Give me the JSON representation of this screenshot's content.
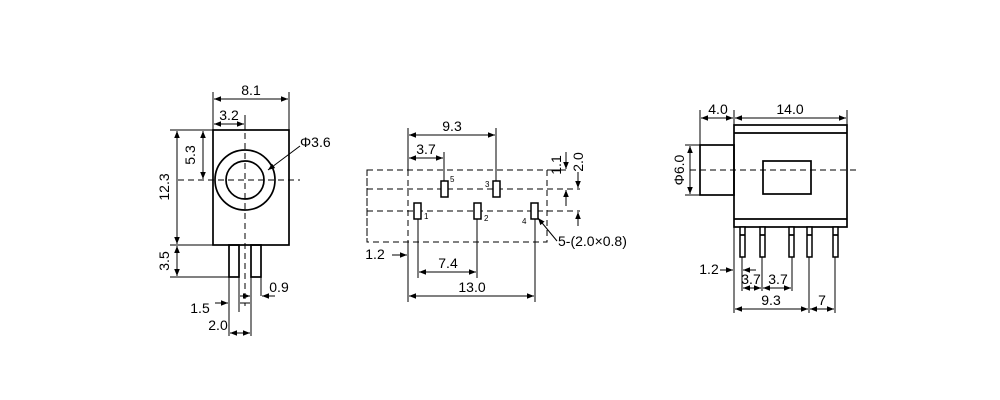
{
  "front_view": {
    "width": "8.1",
    "hole_offset": "3.2",
    "hole_diameter": "Φ3.6",
    "hole_height": "5.3",
    "body_height": "12.3",
    "pin_length": "3.5",
    "pin_gap": "1.5",
    "pin_width": "0.9",
    "pin_pitch": "2.0"
  },
  "bottom_view": {
    "pin_span_top": "9.3",
    "pin_offset_top": "3.7",
    "row_offset": "1.1",
    "row_spacing": "2.0",
    "edge_offset": "1.2",
    "pin_spacing": "7.4",
    "overall_length": "13.0",
    "pad_spec": "5-(2.0×0.8)",
    "pin_labels": [
      "1",
      "2",
      "3",
      "4",
      "5"
    ]
  },
  "side_view": {
    "barrel_length": "4.0",
    "body_length": "14.0",
    "barrel_diameter": "Φ6.0",
    "edge_offset": "1.2",
    "pitch_a": "3.7",
    "pitch_b": "3.7",
    "pin_span": "9.3",
    "end_offset": "7"
  }
}
